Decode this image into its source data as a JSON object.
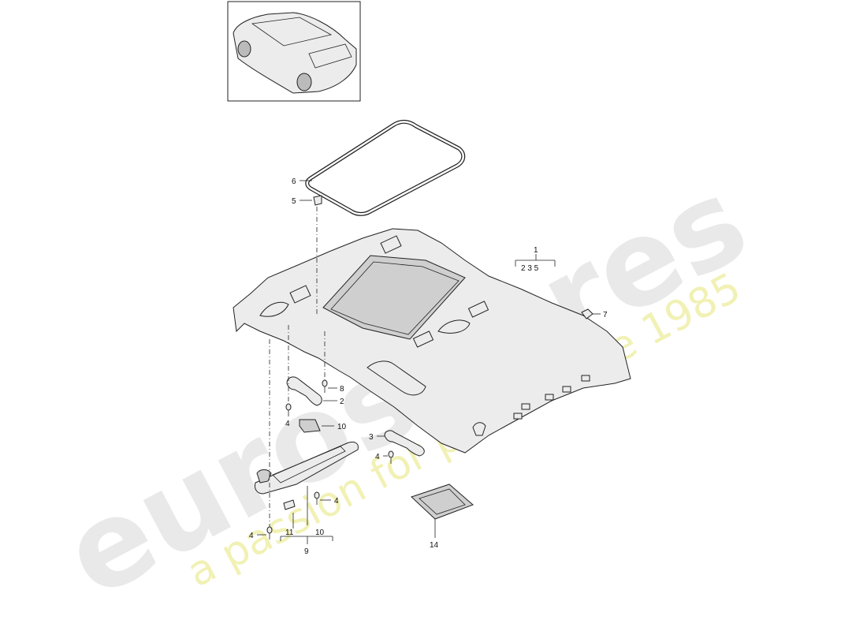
{
  "watermark": {
    "brand": "eurospares",
    "tagline": "a passion for parts since 1985"
  },
  "callouts": {
    "c1": "1",
    "c1_sub": "2 3 5",
    "c2": "2",
    "c3": "3",
    "c4a": "4",
    "c4b": "4",
    "c4c": "4",
    "c4d": "4",
    "c5": "5",
    "c6": "6",
    "c7": "7",
    "c8": "8",
    "c9": "9",
    "c10a": "10",
    "c10b": "10",
    "c11": "11",
    "c14": "14"
  }
}
